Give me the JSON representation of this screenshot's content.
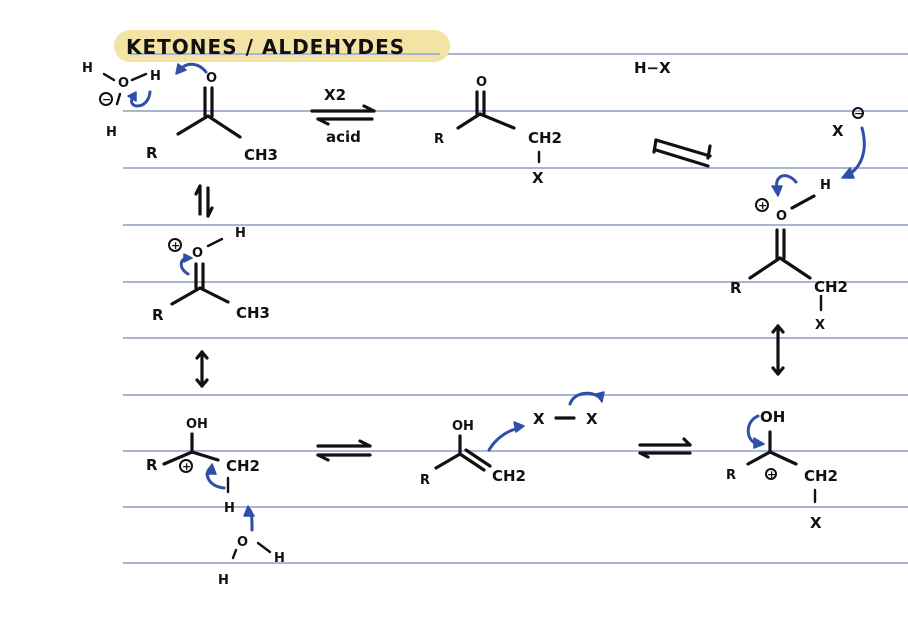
{
  "title": "KETONES / ALDEHYDES",
  "colors": {
    "ink": "#111111",
    "arrow_blue": "#2f4fa8",
    "rule_line": "#a9b6cf",
    "highlight": "#f3e3a4",
    "paper": "#ffffff"
  },
  "ruled_lines_y": [
    54,
    111,
    168,
    225,
    282,
    338,
    395,
    451,
    507,
    563
  ],
  "row1": {
    "water": {
      "h_top": "H",
      "o": "O",
      "h_bottom": "H",
      "h_right": "H",
      "charge": "−"
    },
    "ketone": {
      "o": "O",
      "r": "R",
      "ch3": "CH3"
    },
    "reaction_arrow": {
      "above": "X2",
      "below": "acid"
    },
    "product": {
      "o": "O",
      "r": "R",
      "ch2": "CH2",
      "x": "X"
    },
    "byproduct": "H−X"
  },
  "row2": {
    "protonated": {
      "charge": "+",
      "o": "O",
      "h": "H",
      "r": "R",
      "ch3": "CH3"
    }
  },
  "row3": {
    "carbocation": {
      "oh": "OH",
      "r": "R",
      "charge": "+",
      "ch2": "CH2",
      "h": "H"
    },
    "water": {
      "o": "O",
      "h_left": "H",
      "h_right": "H"
    },
    "enol": {
      "oh": "OH",
      "r": "R",
      "ch2": "CH2"
    },
    "halogen": {
      "x1": "X",
      "x2": "X"
    },
    "halo_cation": {
      "oh": "OH",
      "r": "R",
      "charge": "+",
      "ch2": "CH2",
      "x": "X"
    }
  },
  "right_column": {
    "halide": {
      "x": "X",
      "charge": "−"
    },
    "protonated_product": {
      "charge": "+",
      "o": "O",
      "h": "H",
      "r": "R",
      "ch2": "CH2",
      "x": "X"
    }
  }
}
